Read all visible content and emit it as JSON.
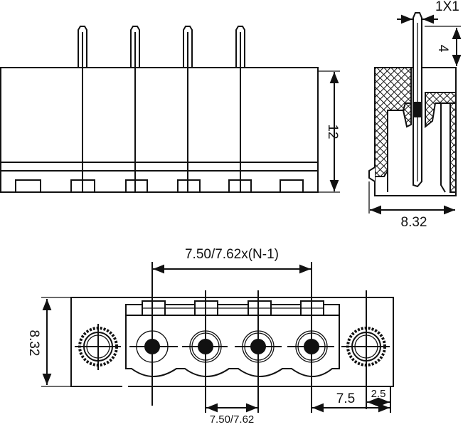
{
  "front_view": {
    "height_label": "12",
    "pin_count": 4
  },
  "side_view": {
    "pin_size_label": "1X1",
    "pin_length_label": "4",
    "depth_label": "8.32"
  },
  "bottom_view": {
    "span_label": "7.50/7.62x(N-1)",
    "height_label": "8.32",
    "pitch_label": "7.50/7.62",
    "end_offset_label": "7.5",
    "flange_offset_label": "2.5"
  },
  "colors": {
    "ink": "#111111",
    "background": "#ffffff"
  }
}
